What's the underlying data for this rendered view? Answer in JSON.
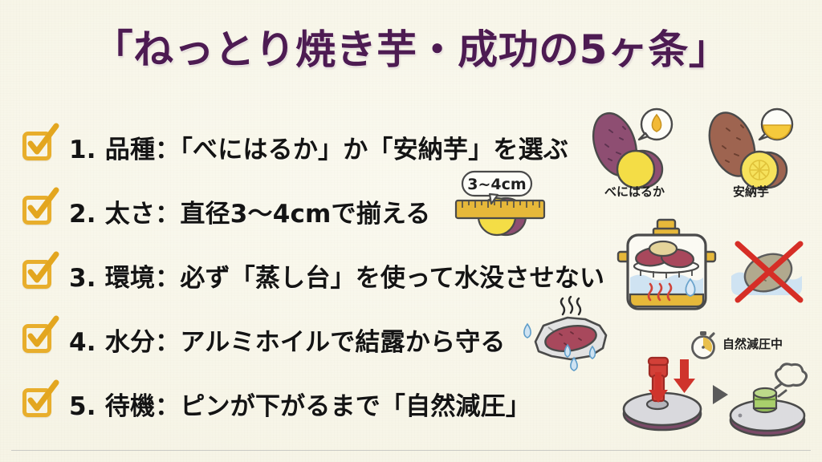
{
  "slide": {
    "title": "「ねっとり焼き芋・成功の5ヶ条」",
    "background_color": "#f7f6ea",
    "title_color": "#4d1b52",
    "accent_color": "#e8ae2c",
    "text_color": "#141414"
  },
  "checklist": {
    "items": [
      {
        "number": "1.",
        "label": "品種：「べにはるか」か「安納芋」を選ぶ",
        "full": "1. 品種：「べにはるか」か「安納芋」を選ぶ"
      },
      {
        "number": "2.",
        "label": "太さ：直径3〜4cmで揃える",
        "full": "2. 太さ：直径3〜4cmで揃える"
      },
      {
        "number": "3.",
        "label": "環境：必ず「蒸し台」を使って水没させない",
        "full": "3. 環境：必ず「蒸し台」を使って水没させない"
      },
      {
        "number": "4.",
        "label": "水分：アルミホイルで結露から守る",
        "full": "4. 水分：アルミホイルで結露から守る"
      },
      {
        "number": "5.",
        "label": "待機：ピンが下がるまで「自然減圧」",
        "full": "5. 待機：ピンが下がるまで「自然減圧」"
      }
    ]
  },
  "illustrations": {
    "potato_varieties": {
      "first_caption": "べにはるか",
      "second_caption": "安納芋"
    },
    "ruler": {
      "callout": "3~4cm"
    },
    "steamer": {
      "icon": "pot-with-steaming-rack-icon"
    },
    "no_water": {
      "icon": "potato-submerged-prohibited-icon"
    },
    "foil": {
      "icon": "foil-wrapped-potato-icon"
    },
    "pressure_release": {
      "timer_label": "自然減圧中",
      "pin_up_icon": "pressure-pin-up-icon",
      "pin_down_icon": "pressure-pin-down-icon",
      "arrow_icon": "right-triangle-arrow-icon"
    }
  }
}
